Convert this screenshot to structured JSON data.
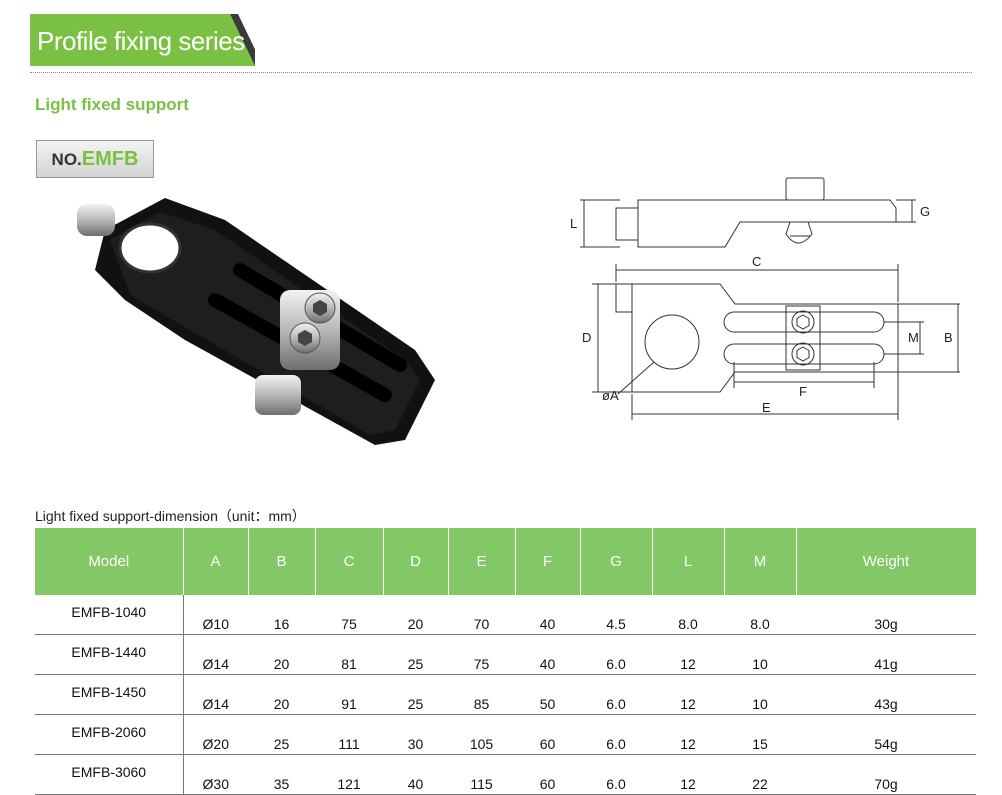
{
  "header": {
    "title": "Profile fixing series"
  },
  "section": {
    "subtitle": "Light fixed support"
  },
  "badge": {
    "prefix": "NO.",
    "code": "EMFB"
  },
  "drawing_labels": {
    "L": "L",
    "G": "G",
    "C": "C",
    "D": "D",
    "B": "B",
    "M": "M",
    "F": "F",
    "E": "E",
    "A": "øA"
  },
  "table": {
    "caption": "Light fixed support-dimension（unit：mm）",
    "headers": [
      "Model",
      "A",
      "B",
      "C",
      "D",
      "E",
      "F",
      "G",
      "L",
      "M",
      "Weight"
    ],
    "rows": [
      [
        "EMFB-1040",
        "Ø10",
        "16",
        "75",
        "20",
        "70",
        "40",
        "4.5",
        "8.0",
        "8.0",
        "30g"
      ],
      [
        "EMFB-1440",
        "Ø14",
        "20",
        "81",
        "25",
        "75",
        "40",
        "6.0",
        "12",
        "10",
        "41g"
      ],
      [
        "EMFB-1450",
        "Ø14",
        "20",
        "91",
        "25",
        "85",
        "50",
        "6.0",
        "12",
        "10",
        "43g"
      ],
      [
        "EMFB-2060",
        "Ø20",
        "25",
        "111",
        "30",
        "105",
        "60",
        "6.0",
        "12",
        "15",
        "54g"
      ],
      [
        "EMFB-3060",
        "Ø30",
        "35",
        "121",
        "40",
        "115",
        "60",
        "6.0",
        "12",
        "22",
        "70g"
      ]
    ]
  },
  "colors": {
    "accent": "#7ac143",
    "header_bg": "#82c866",
    "banner_dark": "#3a3a3a"
  }
}
